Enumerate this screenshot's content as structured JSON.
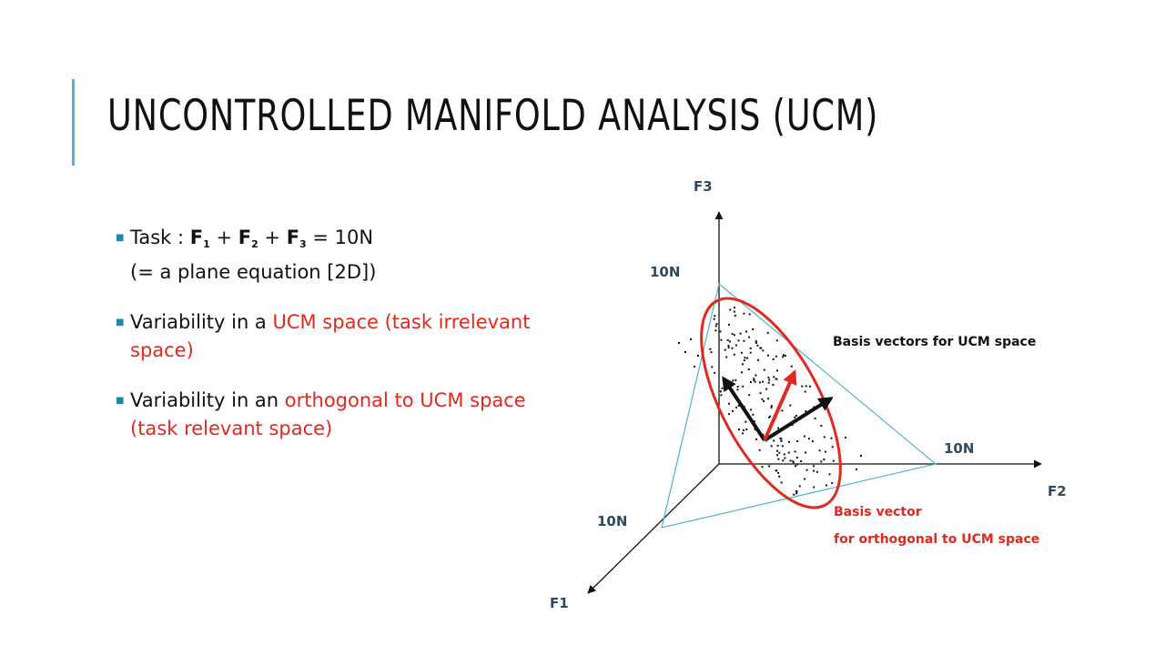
{
  "slide": {
    "title": "UNCONTROLLED MANIFOLD ANALYSIS (UCM)",
    "accent_color": "#4fb3cf",
    "highlight_color": "#e0291f"
  },
  "bullets": {
    "task": {
      "prefix": "Task : ",
      "f1": "F",
      "f1_sub": "1",
      "plus1": " + ",
      "f2": "F",
      "f2_sub": "2",
      "plus2": " + ",
      "f3": "F",
      "f3_sub": "3",
      "equals": " = 10N",
      "line2": "(= a plane equation [2D])"
    },
    "ucm": {
      "prefix": " Variability in a ",
      "highlight": "UCM space (task irrelevant space)"
    },
    "orth": {
      "prefix": " Variability in an ",
      "highlight": "orthogonal to UCM space (task relevant space)"
    }
  },
  "diagram": {
    "axis_f3": "F3",
    "axis_f2": "F2",
    "axis_f1": "F1",
    "intercept_f3": "10N",
    "intercept_f2": "10N",
    "intercept_f1": "10N",
    "ucm_basis_label": "Basis vectors for UCM space",
    "orth_basis_label_1": "Basis vector",
    "orth_basis_label_2": "for orthogonal to UCM space",
    "plane_color": "#4fb3cf",
    "ellipse_color": "#e0291f",
    "vector_color_ucm": "#111111",
    "vector_color_orth": "#e0291f"
  }
}
